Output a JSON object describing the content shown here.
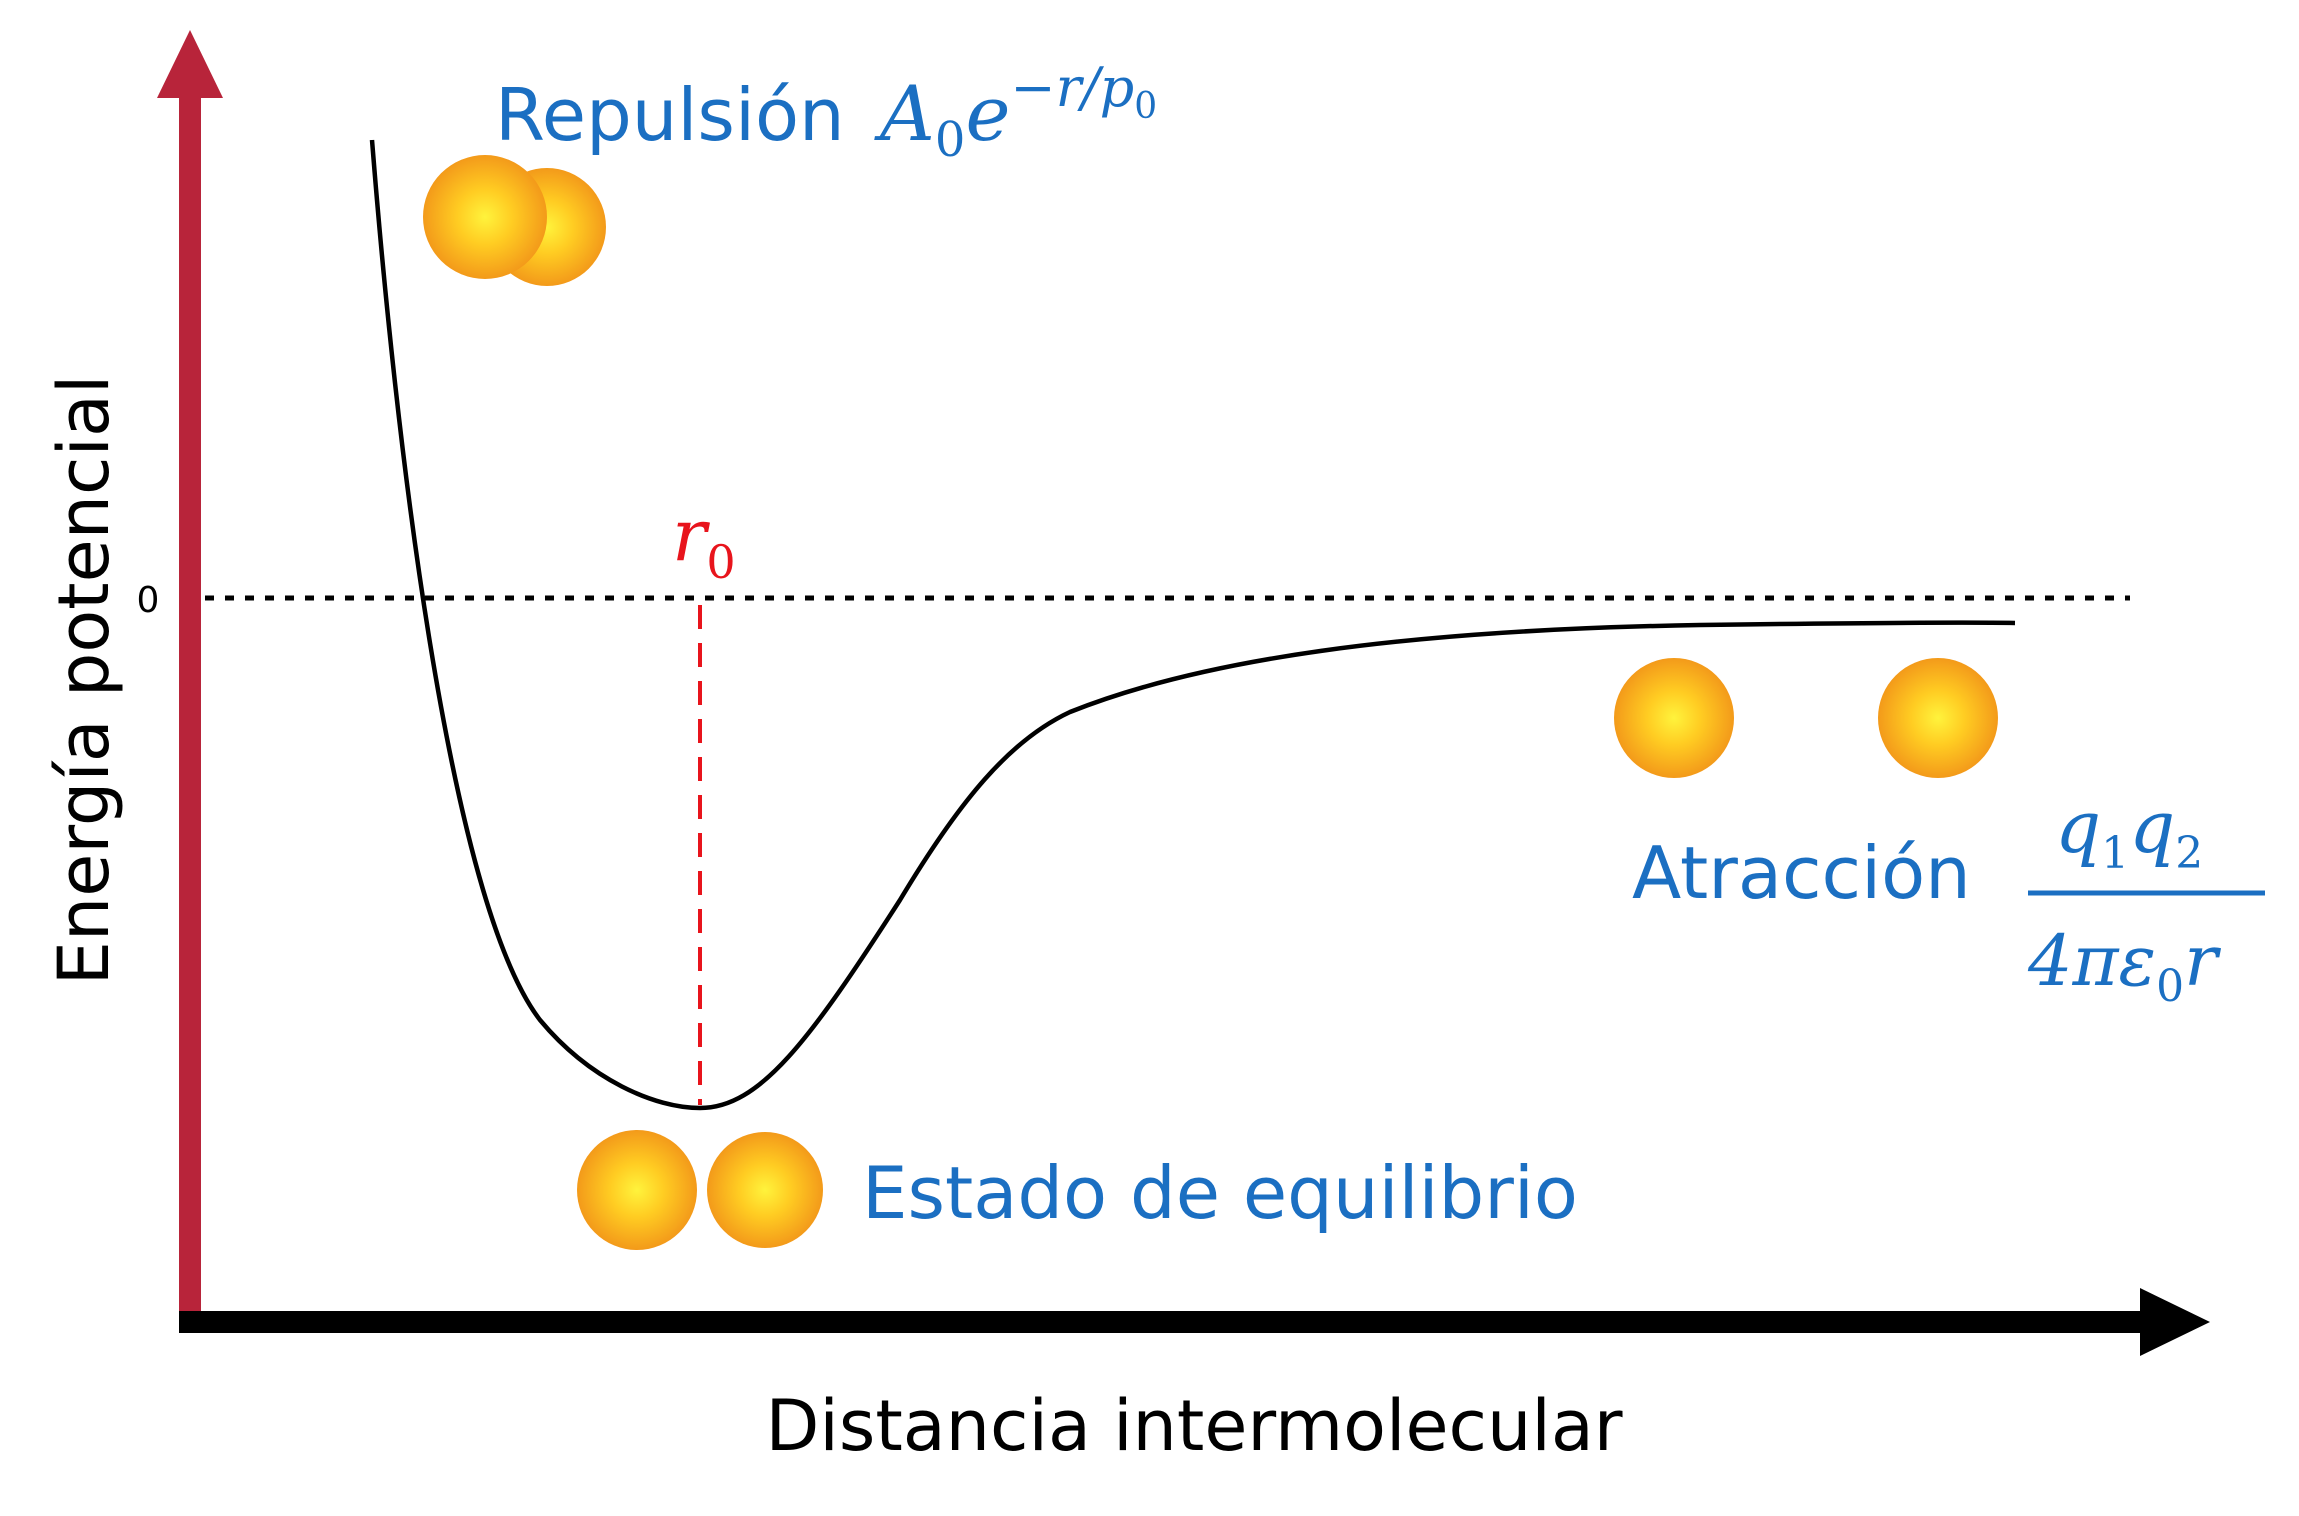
{
  "diagram": {
    "y_axis_label": "Energía potencial",
    "x_axis_label": "Distancia intermolecular",
    "zero_tick": "0",
    "repulsion": {
      "label": "Repulsión",
      "formula_base": "A",
      "formula_base_sub": "0",
      "formula_e": "e",
      "formula_exp": "−r/p",
      "formula_exp_sub": "0"
    },
    "equilibrium": {
      "label": "Estado de equilibrio",
      "r_symbol": "r",
      "r_sub": "0"
    },
    "attraction": {
      "label": "Atracción",
      "num_q1": "q",
      "num_q1_sub": "1",
      "num_q2": "q",
      "num_q2_sub": "2",
      "den_prefix": "4πε",
      "den_sub": "0",
      "den_suffix": "r"
    },
    "colors": {
      "y_axis": "#b8243a",
      "x_axis": "#000000",
      "curve": "#000000",
      "blue_text": "#1b6fc2",
      "red_marker": "#e8141c",
      "atom_core": "#fff03a",
      "atom_edge": "#f0a020"
    }
  }
}
